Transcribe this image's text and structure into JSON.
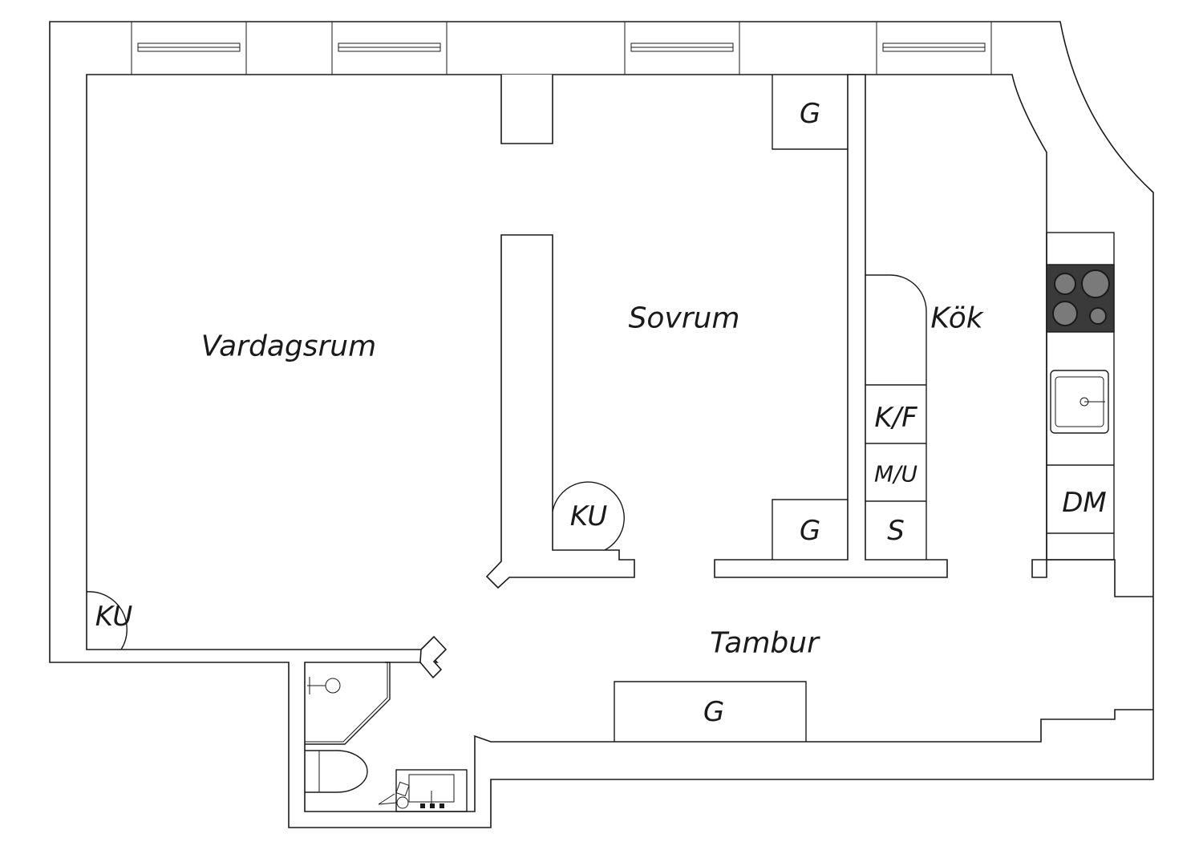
{
  "rooms": {
    "living_room": "Vardagsrum",
    "bedroom": "Sovrum",
    "kitchen": "Kök",
    "hall": "Tambur"
  },
  "fixtures": {
    "wardrobe_bedroom_top": "G",
    "wardrobe_bedroom_bottom": "G",
    "wardrobe_hall": "G",
    "tiled_stove_bedroom": "KU",
    "tiled_stove_living": "KU",
    "fridge_freezer": "K/F",
    "microwave_oven": "M/U",
    "storage": "S",
    "dishwasher": "DM"
  },
  "colors": {
    "line": "#1a1a1a",
    "stove_top": "#3a3a3a",
    "burner": "#7a7a7a"
  }
}
